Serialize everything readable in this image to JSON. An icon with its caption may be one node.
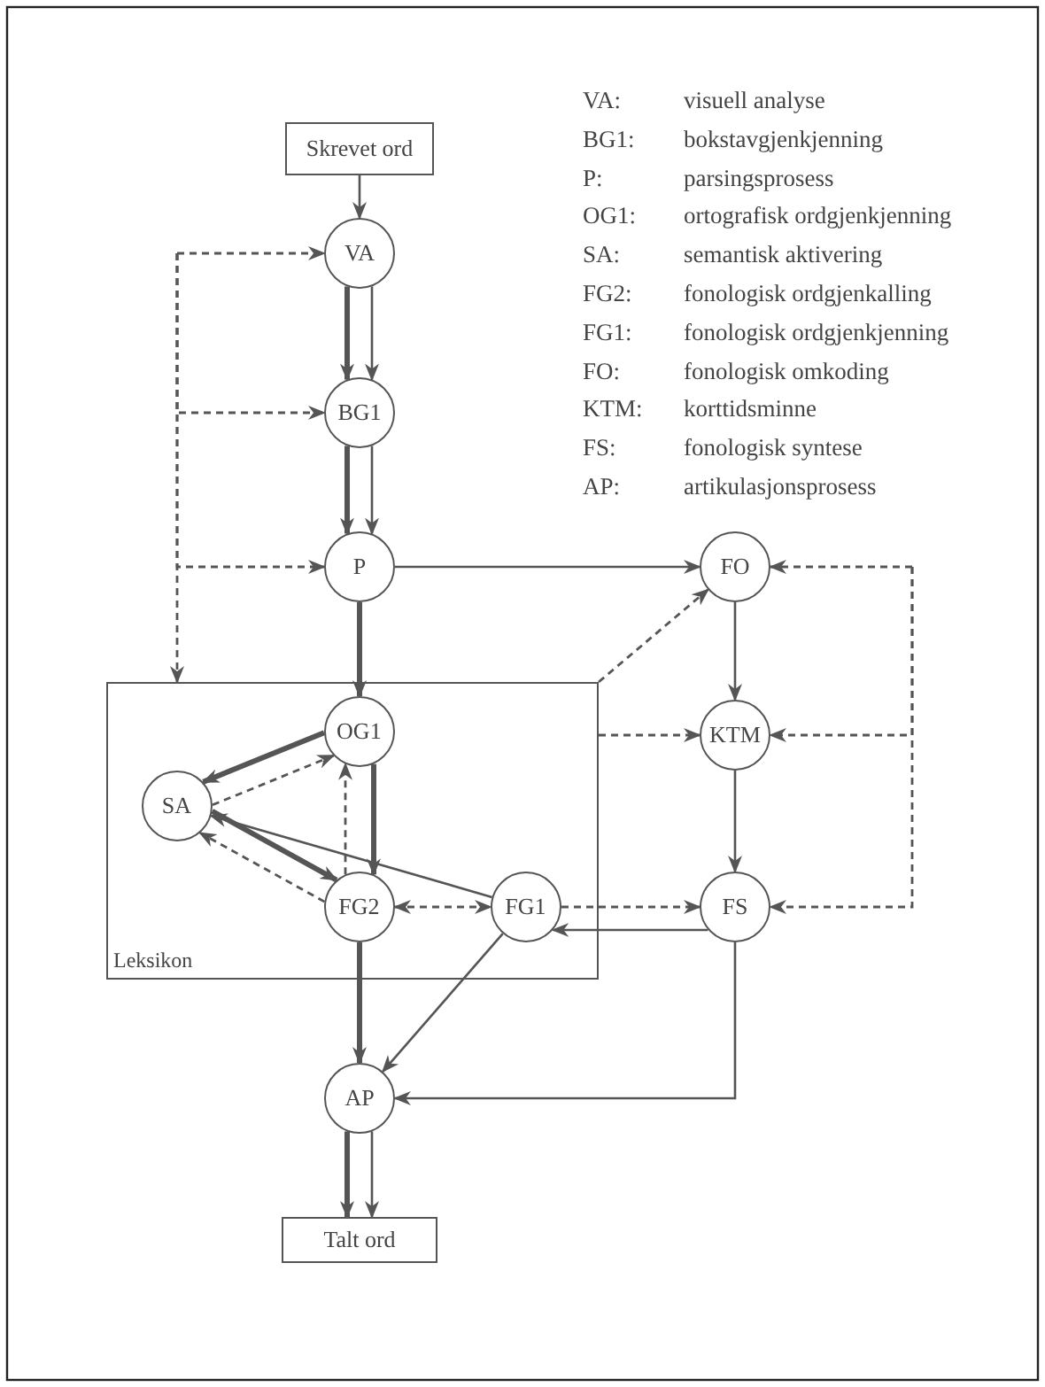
{
  "diagram": {
    "nodes": [
      {
        "text": [
          "Skrevet ord"
        ]
      },
      {
        "text": [
          "VA"
        ]
      },
      {
        "text": [
          "BG1"
        ]
      },
      {
        "text": [
          "P"
        ]
      },
      {
        "text": [
          "FO"
        ]
      },
      {
        "text": [
          "Leksikon"
        ]
      },
      {
        "text": [
          "OG1"
        ],
        "in": 5
      },
      {
        "text": [
          "SA"
        ],
        "in": 5
      },
      {
        "text": [
          "FG2"
        ],
        "in": 5
      },
      {
        "text": [
          "FG1"
        ],
        "in": 5
      },
      {
        "text": [
          "KTM"
        ]
      },
      {
        "text": [
          "FS"
        ]
      },
      {
        "text": [
          "AP"
        ]
      },
      {
        "text": [
          "Talt ord"
        ]
      }
    ],
    "edges": [
      {
        "from": 0,
        "to": 1,
        "arrow": "to"
      },
      {
        "from": 1,
        "to": 2,
        "arrow": "to",
        "style": "thick"
      },
      {
        "from": 1,
        "to": 2,
        "arrow": "to"
      },
      {
        "from": 2,
        "to": 3,
        "arrow": "to",
        "style": "thick"
      },
      {
        "from": 2,
        "to": 3,
        "arrow": "to"
      },
      {
        "from": 3,
        "to": 6,
        "arrow": "to",
        "style": "thick"
      },
      {
        "from": 3,
        "to": 4,
        "arrow": "to"
      },
      {
        "from": 4,
        "to": 10,
        "arrow": "to"
      },
      {
        "from": 10,
        "to": 11,
        "arrow": "to"
      },
      {
        "from": null,
        "to": 1,
        "arrow": "to",
        "style": "dashed"
      },
      {
        "from": null,
        "to": 2,
        "arrow": "to",
        "style": "dashed"
      },
      {
        "from": null,
        "to": 3,
        "arrow": "to",
        "style": "dashed"
      },
      {
        "from": null,
        "to": 5,
        "arrow": "to",
        "style": "dashed"
      },
      {
        "from": null,
        "to": 4,
        "arrow": "to",
        "style": "dashed"
      },
      {
        "from": null,
        "to": 10,
        "arrow": "to",
        "style": "dashed"
      },
      {
        "from": null,
        "to": 11,
        "arrow": "to",
        "style": "dashed"
      },
      {
        "from": 5,
        "to": 4,
        "arrow": "to",
        "style": "dashed"
      },
      {
        "from": 5,
        "to": 10,
        "arrow": "to",
        "style": "dashed"
      },
      {
        "from": 6,
        "to": 7,
        "arrow": "to",
        "style": "thick"
      },
      {
        "from": 7,
        "to": 6,
        "arrow": "to",
        "style": "dashed"
      },
      {
        "from": 7,
        "to": 8,
        "arrow": "to",
        "style": "thick"
      },
      {
        "from": 8,
        "to": 7,
        "arrow": "to",
        "style": "dashed"
      },
      {
        "from": 9,
        "to": 7,
        "arrow": "to"
      },
      {
        "from": 8,
        "to": 6,
        "arrow": "to",
        "style": "dashed"
      },
      {
        "from": 6,
        "to": 8,
        "arrow": "to",
        "style": "thick"
      },
      {
        "from": 8,
        "to": 9,
        "arrow": "both",
        "style": "dashed"
      },
      {
        "from": 9,
        "to": 11,
        "arrow": "to",
        "style": "dashed"
      },
      {
        "from": 11,
        "to": 9,
        "arrow": "to"
      },
      {
        "from": 9,
        "to": 12,
        "arrow": "to"
      },
      {
        "from": 8,
        "to": 12,
        "arrow": "to",
        "style": "thick"
      },
      {
        "from": 11,
        "to": 12,
        "arrow": "to"
      },
      {
        "from": 12,
        "to": 13,
        "arrow": "to",
        "style": "thick"
      },
      {
        "from": 12,
        "to": 13,
        "arrow": "to"
      }
    ],
    "labels": [
      "VA:",
      "visuell analyse",
      "BG1:",
      "bokstavgjenkjenning",
      "P:",
      "parsingsprosess",
      "OG1:",
      "ortografisk ordgjenkjenning",
      "SA:",
      "semantisk aktivering",
      "FG2:",
      "fonologisk ordgjenkalling",
      "FG1:",
      "fonologisk ordgjenkjenning",
      "FO:",
      "fonologisk omkoding",
      "KTM:",
      "korttidsminne",
      "FS:",
      "fonologisk syntese",
      "AP:",
      "artikulasjonsprosess"
    ]
  }
}
